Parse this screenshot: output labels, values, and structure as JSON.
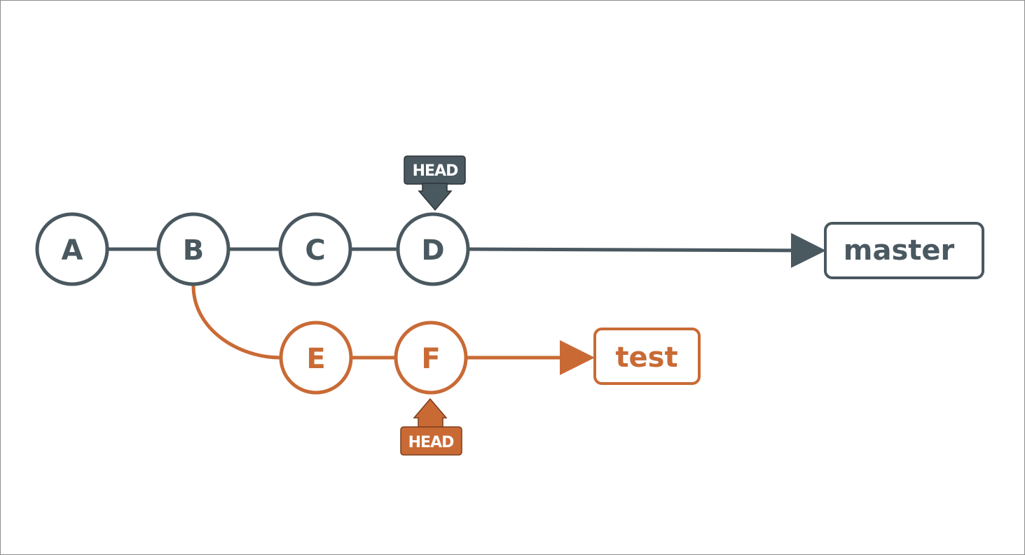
{
  "colors": {
    "main_branch": "#4a5860",
    "feature_branch": "#c96a35",
    "background": "#ffffff",
    "head_text": "#ffffff"
  },
  "commits": {
    "a": "A",
    "b": "B",
    "c": "C",
    "d": "D",
    "e": "E",
    "f": "F"
  },
  "branches": {
    "master": "master",
    "test": "test"
  },
  "head_markers": {
    "master_head": "HEAD",
    "test_head": "HEAD"
  }
}
